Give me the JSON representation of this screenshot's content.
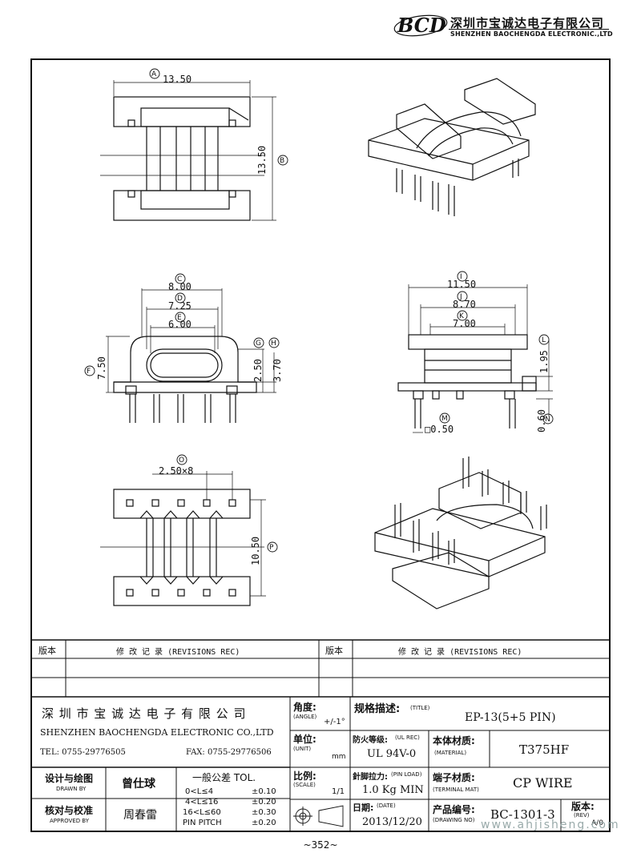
{
  "header": {
    "logo_text": "BCD",
    "company_cn": "深圳市宝诚达电子有限公司",
    "company_en": "SHENZHEN BAOCHENGDA ELECTRONIC.,LTD"
  },
  "dims": {
    "A": "A",
    "A_val": "13.50",
    "B": "B",
    "B_val": "13.50",
    "C": "C",
    "C_val": "8.00",
    "D": "D",
    "D_val": "7.25",
    "E": "E",
    "E_val": "6.00",
    "F": "F",
    "F_val": "7.50",
    "G": "G",
    "G_val": "2.50",
    "H": "H",
    "H_val": "3.70",
    "I": "I",
    "I_val": "11.50",
    "J": "J",
    "J_val": "8.70",
    "K": "K",
    "K_val": "7.00",
    "L": "L",
    "L_val": "1.95",
    "M": "M",
    "M_val": "□0.50",
    "N": "N",
    "N_val": "0.60",
    "O": "O",
    "O_val": "2.50×8",
    "P": "P",
    "P_val": "10.50"
  },
  "revisions": {
    "left_col": "版本",
    "left_title": "修  改  记  录  (REVISIONS REC)",
    "right_col": "版本",
    "right_title": "修  改  记  录  (REVISIONS REC)"
  },
  "title_block": {
    "company_cn": "深 圳 市 宝 诚 达 电 子 有 限 公 司",
    "company_en": "SHENZHEN BAOCHENGDA ELECTRONIC CO.,LTD",
    "tel": "TEL: 0755-29776505",
    "fax": "FAX: 0755-29776506",
    "angle_label": "角度:",
    "angle_en": "(ANGLE)",
    "angle_val": "+/-1°",
    "unit_label": "单位:",
    "unit_en": "(UNIT)",
    "unit_val": "mm",
    "title_label": "规格描述:",
    "title_en": "(TITLE)",
    "title_val": "EP-13(5+5 PIN)",
    "fire_label": "防火等级:",
    "fire_en": "(UL REC)",
    "fire_val": "UL 94V-0",
    "material_label": "本体材质:",
    "material_en": "(MATERIAL)",
    "material_val": "T375HF",
    "drawn_label": "设计与绘图",
    "drawn_en": "DRAWN BY",
    "drawn_val": "曾仕球",
    "tol_label": "一般公差 TOL.",
    "tol_rows": [
      {
        "range": "0<L≤4",
        "val": "±0.10"
      },
      {
        "range": "4<L≤16",
        "val": "±0.20"
      },
      {
        "range": "16<L≤60",
        "val": "±0.30"
      },
      {
        "range": "PIN PITCH",
        "val": "±0.20"
      }
    ],
    "scale_label": "比例:",
    "scale_en": "(SCALE)",
    "scale_val": "1/1",
    "pin_load_label": "針脚拉力:",
    "pin_load_en": "(PIN LOAD)",
    "pin_load_val": "1.0 Kg MIN",
    "terminal_label": "端子材质:",
    "terminal_en": "(TERMINAL MAT)",
    "terminal_val": "CP WIRE",
    "approved_label": "核对与校准",
    "approved_en": "APPROVED BY",
    "approved_val": "周春雷",
    "date_label": "日期:",
    "date_en": "(DATE)",
    "date_val": "2013/12/20",
    "drawing_label": "产品编号:",
    "drawing_en": "(DRAWING NO)",
    "drawing_val": "BC-1301-3",
    "rev_label": "版本:",
    "rev_en": "(REV)",
    "rev_val": "A/0"
  },
  "watermark": "www.ahjisheng.com",
  "page_number": "~352~"
}
